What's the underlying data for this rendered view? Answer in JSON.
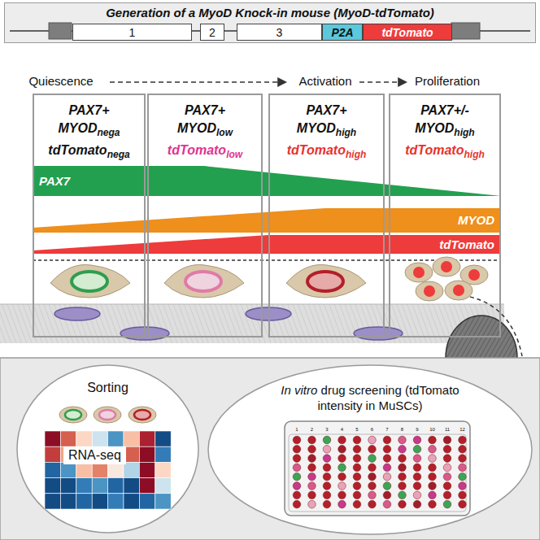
{
  "diagram": {
    "nodes": [
      {
        "text": [
          "Generation of a MyoD Knock-in mouse (MyoD-tdTomato)"
        ]
      },
      {
        "text": [
          "1"
        ],
        "in": 0
      },
      {
        "text": [
          "2"
        ],
        "in": 0
      },
      {
        "text": [
          "3"
        ],
        "in": 0
      },
      {
        "text": [
          "P2A"
        ],
        "in": 0
      },
      {
        "text": [
          "tdTomato"
        ],
        "in": 0
      },
      {
        "text": [
          "PAX7+",
          "MYOD",
          "nega",
          "tdTomato",
          "nega"
        ]
      },
      {
        "text": [
          "PAX7+",
          "MYOD",
          "low",
          "tdTomato",
          "low"
        ]
      },
      {
        "text": [
          "PAX7+",
          "MYOD",
          "high",
          "tdTomato",
          "high"
        ]
      },
      {
        "text": [
          "PAX7+/-",
          "MYOD",
          "high",
          "tdTomato",
          "high"
        ]
      },
      {
        "text": [
          "PAX7"
        ]
      },
      {
        "text": [
          "MYOD"
        ]
      },
      {
        "text": [
          "tdTomato"
        ]
      },
      {
        "text": [
          "Sorting"
        ]
      },
      {
        "text": [
          "RNA-seq"
        ],
        "in": 13
      },
      {
        "text": [
          "In vitro",
          "drug screening (tdTomato intensity in MuSCs)"
        ]
      }
    ],
    "labels": [
      "Quiescence",
      "Activation",
      "Proliferation",
      "1",
      "2",
      "3",
      "4",
      "5",
      "6",
      "7",
      "8",
      "9",
      "10",
      "11",
      "12"
    ]
  }
}
